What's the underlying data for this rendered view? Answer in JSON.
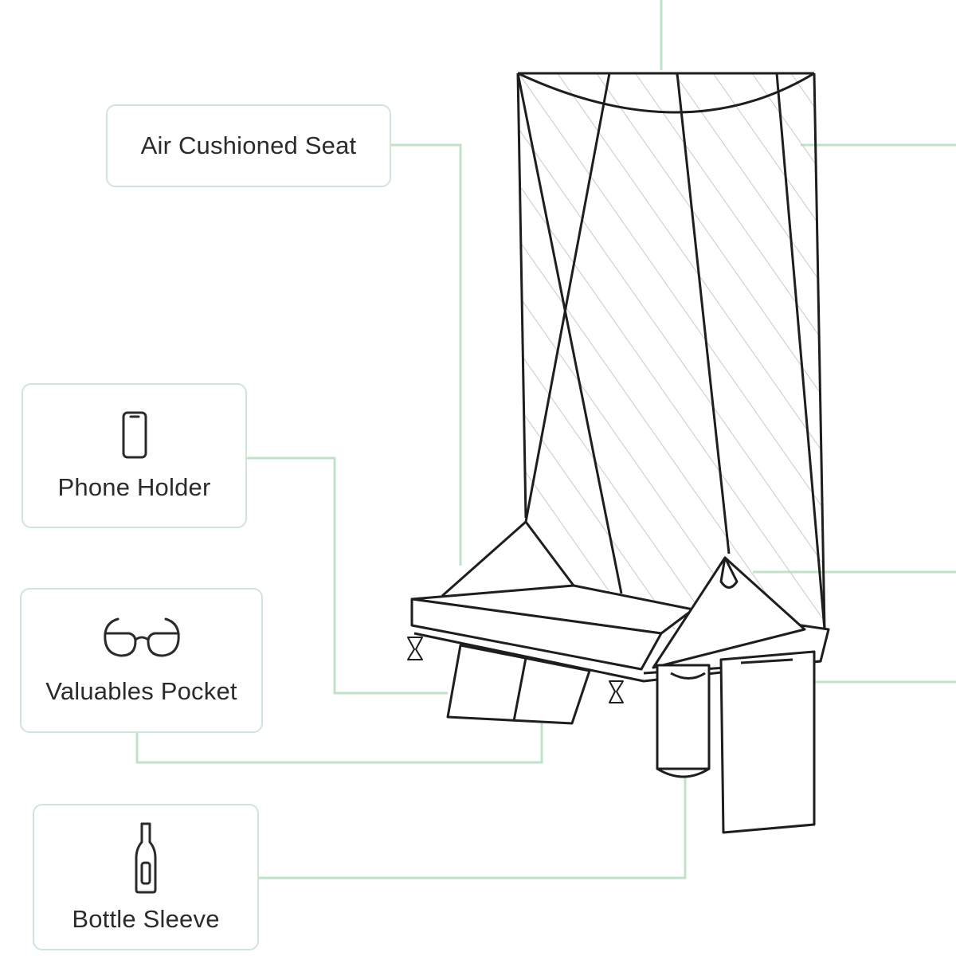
{
  "colors": {
    "leader_line": "#bfe2c9",
    "callout_border": "#cfe6d6",
    "drawing_stroke": "#1e1e1e",
    "hatch": "#c9c9c9",
    "text": "#2b2b2b"
  },
  "callouts": {
    "seat": {
      "label": "Air Cushioned Seat",
      "icon": ""
    },
    "phone": {
      "label": "Phone Holder",
      "icon": "phone-icon"
    },
    "pocket": {
      "label": "Valuables Pocket",
      "icon": "glasses-icon"
    },
    "bottle": {
      "label": "Bottle Sleeve",
      "icon": "bottle-icon"
    }
  }
}
